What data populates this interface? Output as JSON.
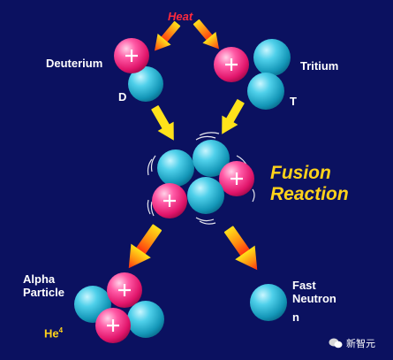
{
  "heat_label": "Heat",
  "deuterium_label": "Deuterium",
  "deuterium_symbol": "D",
  "tritium_label": "Tritium",
  "tritium_symbol": "T",
  "fusion_line1": "Fusion",
  "fusion_line2": "Reaction",
  "alpha_line1": "Alpha",
  "alpha_line2": "Particle",
  "helium_symbol": "He",
  "helium_mass": "4",
  "neutron_line1": "Fast",
  "neutron_line2": "Neutron",
  "neutron_symbol": "n",
  "watermark": "新智元",
  "colors": {
    "background": "#0b1160",
    "proton": "#e8166e",
    "neutron": "#17a6c4",
    "arrow": "#ffe21a",
    "heat": "#ff2a3c",
    "title": "#ffd21a"
  }
}
